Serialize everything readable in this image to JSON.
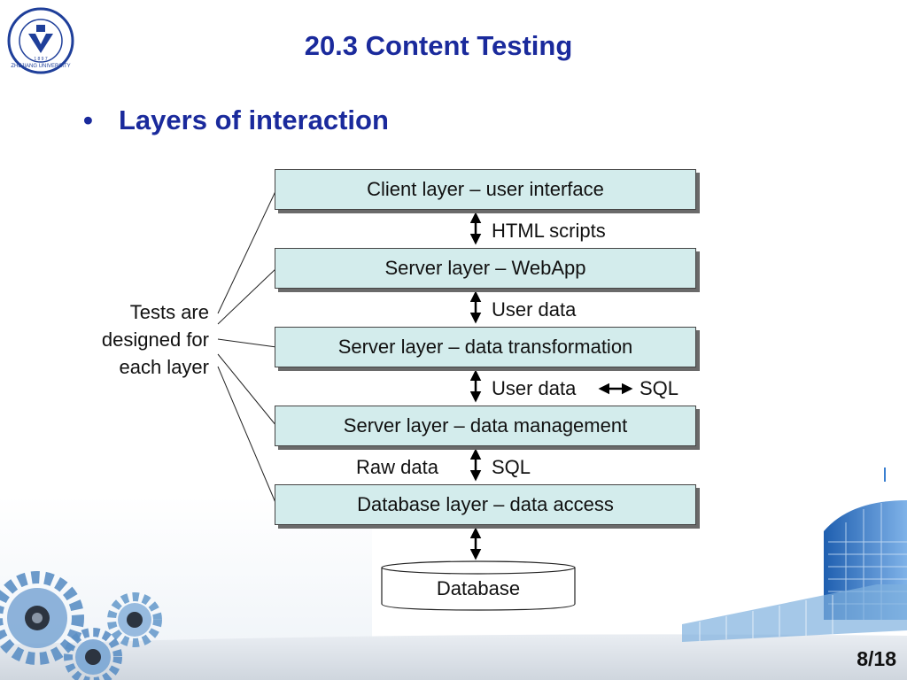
{
  "title": "20.3  Content Testing",
  "bullet": {
    "marker": "•",
    "text": "Layers of interaction"
  },
  "logo": {
    "text": "ZHEJIANG UNIVERSITY",
    "year": "1 8 9 7"
  },
  "diagram": {
    "layers": [
      "Client layer – user interface",
      "Server layer – WebApp",
      "Server layer – data transformation",
      "Server layer – data management",
      "Database layer – data access"
    ],
    "connectors": {
      "html_scripts": "HTML scripts",
      "user_data_1": "User data",
      "user_data_2": "User data",
      "sql_1": "SQL",
      "raw_data": "Raw data",
      "sql_2": "SQL"
    },
    "note_lines": [
      "Tests are",
      "designed for",
      "each layer"
    ],
    "database_label": "Database"
  },
  "page_number": "8/18",
  "colors": {
    "title": "#1a2a9c",
    "layer_fill": "#d3ecec",
    "shadow": "#6a6a6a"
  }
}
